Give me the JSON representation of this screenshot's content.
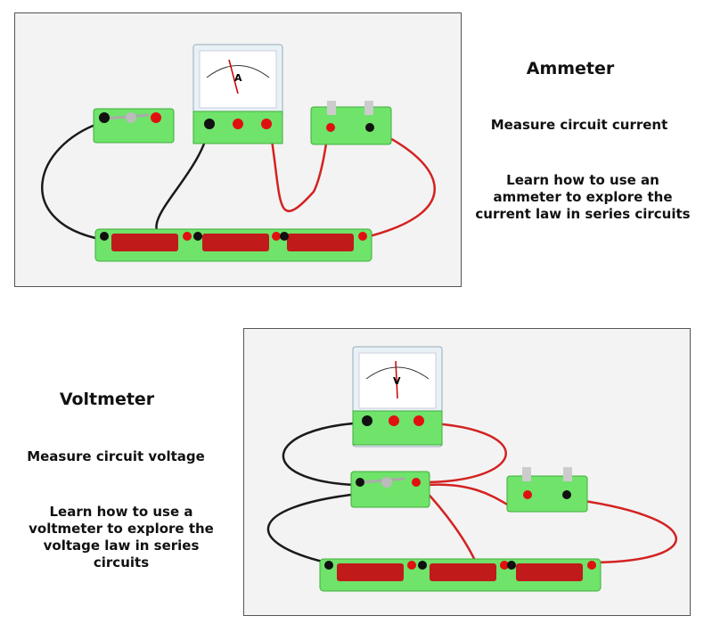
{
  "ammeter": {
    "title": "Ammeter",
    "line1": "Measure circuit current",
    "line2": "Learn how to use an ammeter to explore the current law in series circuits",
    "meter_letter": "A"
  },
  "voltmeter": {
    "title": "Voltmeter",
    "line1": "Measure circuit voltage",
    "line2": "Learn how to use a voltmeter to explore the voltage law in series circuits",
    "meter_letter": "V"
  },
  "colors": {
    "board": "#6fe36a",
    "wire_red": "#d42222",
    "wire_black": "#1a1a1a",
    "battery": "#c11a1a",
    "terminal_red": "#e01010",
    "terminal_black": "#111111"
  }
}
